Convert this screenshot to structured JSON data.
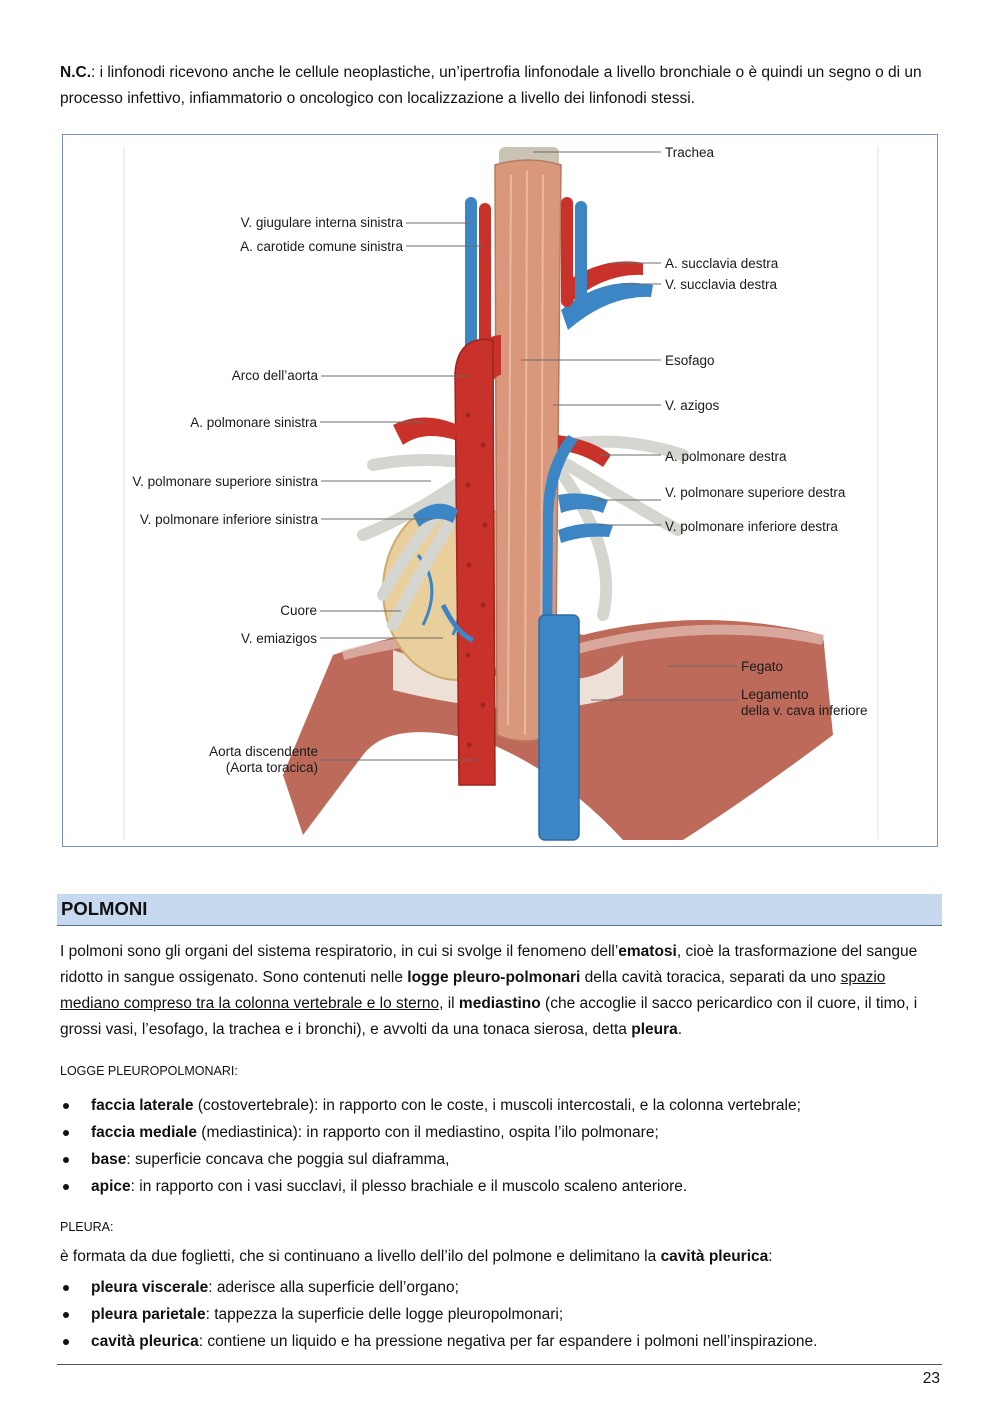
{
  "intro": {
    "nc_label": "N.C.",
    "text": ": i linfonodi ricevono anche le cellule neoplastiche, un’ipertrofia linfonodale a livello bronchiale o è quindi un segno o di un processo infettivo, infiammatorio o oncologico con localizzazione a livello dei linfonodi stessi."
  },
  "figure": {
    "labels_left": [
      "V. giugulare interna sinistra",
      "A. carotide comune sinistra",
      "Arco dell’aorta",
      "A. polmonare sinistra",
      "V. polmonare superiore sinistra",
      "V. polmonare inferiore sinistra",
      "Cuore",
      "V. emiazigos",
      "Aorta discendente",
      "(Aorta toracica)"
    ],
    "labels_right": [
      "Trachea",
      "A. succlavia destra",
      "V. succlavia destra",
      "Esofago",
      "V. azigos",
      "A. polmonare destra",
      "V. polmonare superiore destra",
      "V. polmonare inferiore destra",
      "Fegato",
      "Legamento",
      "della v. cava inferiore"
    ],
    "colors": {
      "artery": "#c8322a",
      "vein": "#3d86c6",
      "esophagus": "#d9987c",
      "heart": "#e8cf9b",
      "liver": "#b65a48",
      "bronchi": "#d6d6d0"
    }
  },
  "section": {
    "title": "POLMONI"
  },
  "para2": {
    "t1": "I polmoni sono gli organi del sistema respiratorio, in cui si svolge il fenomeno dell’",
    "b1": "ematosi",
    "t2": ", cioè la trasformazione del sangue ridotto in sangue ossigenato. Sono contenuti nelle ",
    "b2": "logge pleuro-polmonari",
    "t3": " della cavità toracica, separati da uno ",
    "u1": "spazio mediano compreso tra la colonna vertebrale e lo sterno",
    "t4": ", il ",
    "b3": "mediastino",
    "t5": " (che accoglie il sacco pericardico con il cuore, il timo, i grossi vasi, l’esofago, la trachea e i bronchi), e avvolti da una tonaca sierosa, detta ",
    "b4": "pleura",
    "t6": "."
  },
  "logge": {
    "heading": "LOGGE PLEUROPOLMONARI",
    "colon": ":",
    "items": [
      {
        "term": "faccia laterale",
        "text": " (costovertebrale): in rapporto con le coste, i muscoli intercostali, e la colonna vertebrale;"
      },
      {
        "term": "faccia mediale",
        "text": " (mediastinica): in rapporto con il mediastino, ospita l’ilo polmonare;"
      },
      {
        "term": "base",
        "text": ": superficie concava che poggia sul diaframma,"
      },
      {
        "term": "apice",
        "text": ": in rapporto con i vasi succlavi, il plesso brachiale e il muscolo scaleno anteriore."
      }
    ]
  },
  "pleura": {
    "heading": "PLEURA",
    "colon": ":",
    "intro_t1": "è formata da due foglietti, che si continuano a livello dell’ilo del polmone e delimitano la ",
    "intro_b1": "cavità pleurica",
    "intro_t2": ":",
    "items": [
      {
        "term": "pleura viscerale",
        "text": ": aderisce alla superficie dell’organo;"
      },
      {
        "term": "pleura parietale",
        "text": ": tappezza la superficie delle logge pleuropolmonari;"
      },
      {
        "term": "cavità pleurica",
        "text": ": contiene un liquido e ha pressione negativa per far espandere i polmoni nell’inspirazione."
      }
    ]
  },
  "footer": {
    "page_number": "23"
  }
}
